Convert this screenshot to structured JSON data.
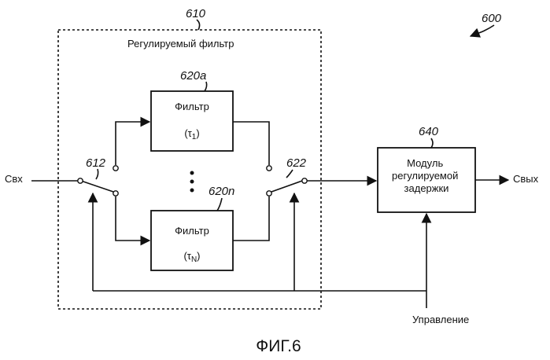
{
  "figure": {
    "ref_system": "600",
    "ref_filter_block": "610",
    "filter_block_title": "Регулируемый фильтр",
    "ref_filter_a": "620a",
    "ref_filter_n": "620n",
    "filter_a": {
      "title": "Фильтр",
      "param": "(τ",
      "sub": "1",
      "close": ")"
    },
    "filter_n": {
      "title": "Фильтр",
      "param": "(τ",
      "sub": "N",
      "close": ")"
    },
    "ref_switch_in": "612",
    "ref_switch_out": "622",
    "ref_delay": "640",
    "delay_lines": [
      "Модуль",
      "регулируемой",
      "задержки"
    ],
    "input_label": "Свх",
    "output_label": "Свых",
    "control_label": "Управление",
    "caption": "ФИГ.6"
  }
}
